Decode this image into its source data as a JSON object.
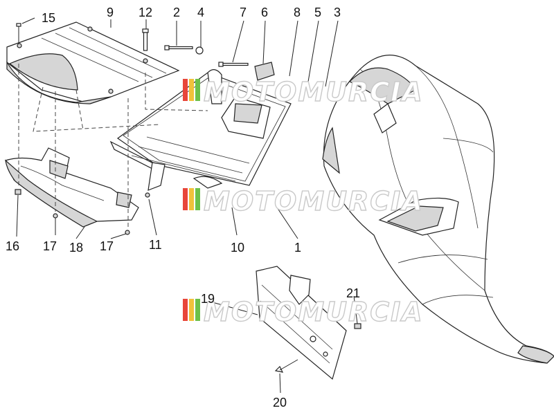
{
  "callouts": [
    {
      "id": "c1",
      "label": "1"
    },
    {
      "id": "c2",
      "label": "2"
    },
    {
      "id": "c3",
      "label": "3"
    },
    {
      "id": "c4",
      "label": "4"
    },
    {
      "id": "c5",
      "label": "5"
    },
    {
      "id": "c6",
      "label": "6"
    },
    {
      "id": "c7",
      "label": "7"
    },
    {
      "id": "c8",
      "label": "8"
    },
    {
      "id": "c9",
      "label": "9"
    },
    {
      "id": "c10",
      "label": "10"
    },
    {
      "id": "c11",
      "label": "11"
    },
    {
      "id": "c12",
      "label": "12"
    },
    {
      "id": "c15",
      "label": "15"
    },
    {
      "id": "c16",
      "label": "16"
    },
    {
      "id": "c17a",
      "label": "17"
    },
    {
      "id": "c17b",
      "label": "17"
    },
    {
      "id": "c18",
      "label": "18"
    },
    {
      "id": "c19",
      "label": "19"
    },
    {
      "id": "c20",
      "label": "20"
    },
    {
      "id": "c21",
      "label": "21"
    }
  ],
  "watermark": {
    "text": "MOTOMURCIA",
    "stripe_colors": [
      "#e8463a",
      "#f0c23b",
      "#6cc04a"
    ]
  }
}
